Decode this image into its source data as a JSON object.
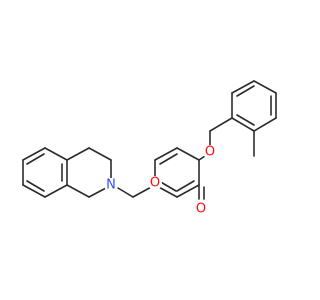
{
  "molecule": {
    "atom_labels": {
      "ring_oxygen": "O",
      "ether_oxygen": "O",
      "carbonyl_oxygen": "O",
      "nitrogen": "N"
    },
    "colors": {
      "bond": "#2b2b2b",
      "oxygen": "#ff0d0d",
      "nitrogen": "#3050f8"
    }
  }
}
